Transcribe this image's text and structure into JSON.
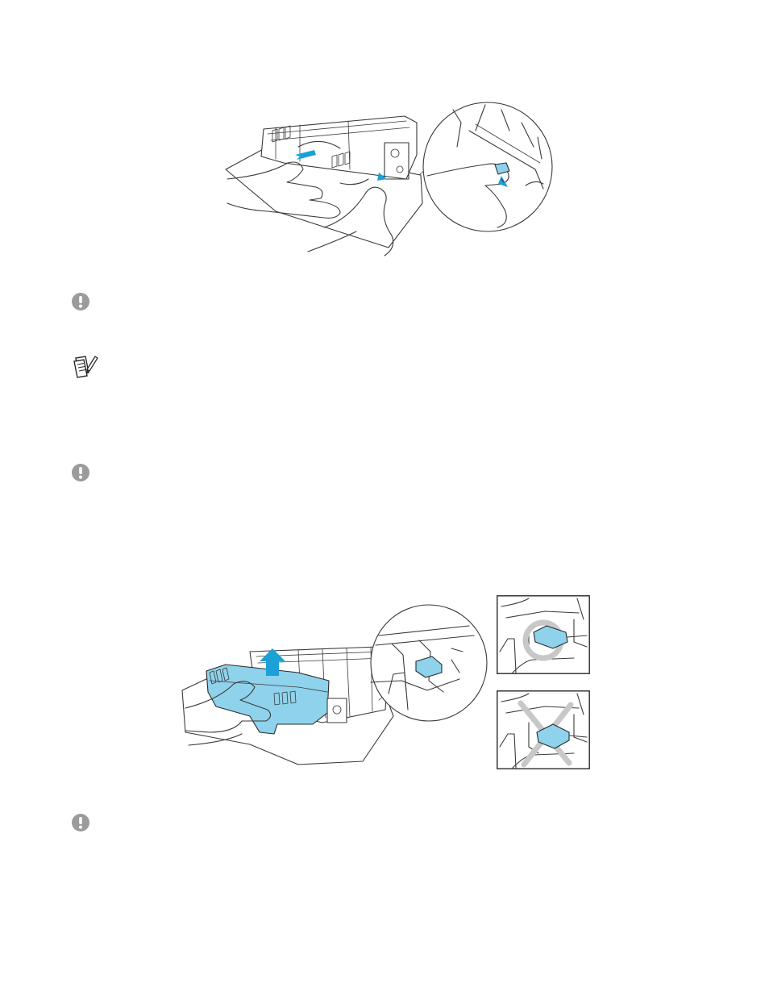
{
  "page": {
    "background": "#ffffff",
    "accent_color": "#8fd2ec",
    "arrow_color": "#1ba1d8"
  },
  "illustrations": [
    {
      "name": "release-drum-lock-illustration",
      "icon": "hands-pressing-lock-lever-on-drum-unit"
    },
    {
      "name": "remove-toner-cartridge-illustration",
      "icon": "hand-lifting-toner-cartridge-out-of-drum-unit"
    },
    {
      "name": "lever-correct-position-inset",
      "icon": "ok-circle-mark"
    },
    {
      "name": "lever-incorrect-position-inset",
      "icon": "x-cross-mark"
    }
  ],
  "notes": [
    {
      "type": "caution",
      "icon": "exclamation-icon"
    },
    {
      "type": "note",
      "icon": "memo-pencil-icon"
    },
    {
      "type": "caution",
      "icon": "exclamation-icon"
    },
    {
      "type": "caution",
      "icon": "exclamation-icon"
    }
  ]
}
